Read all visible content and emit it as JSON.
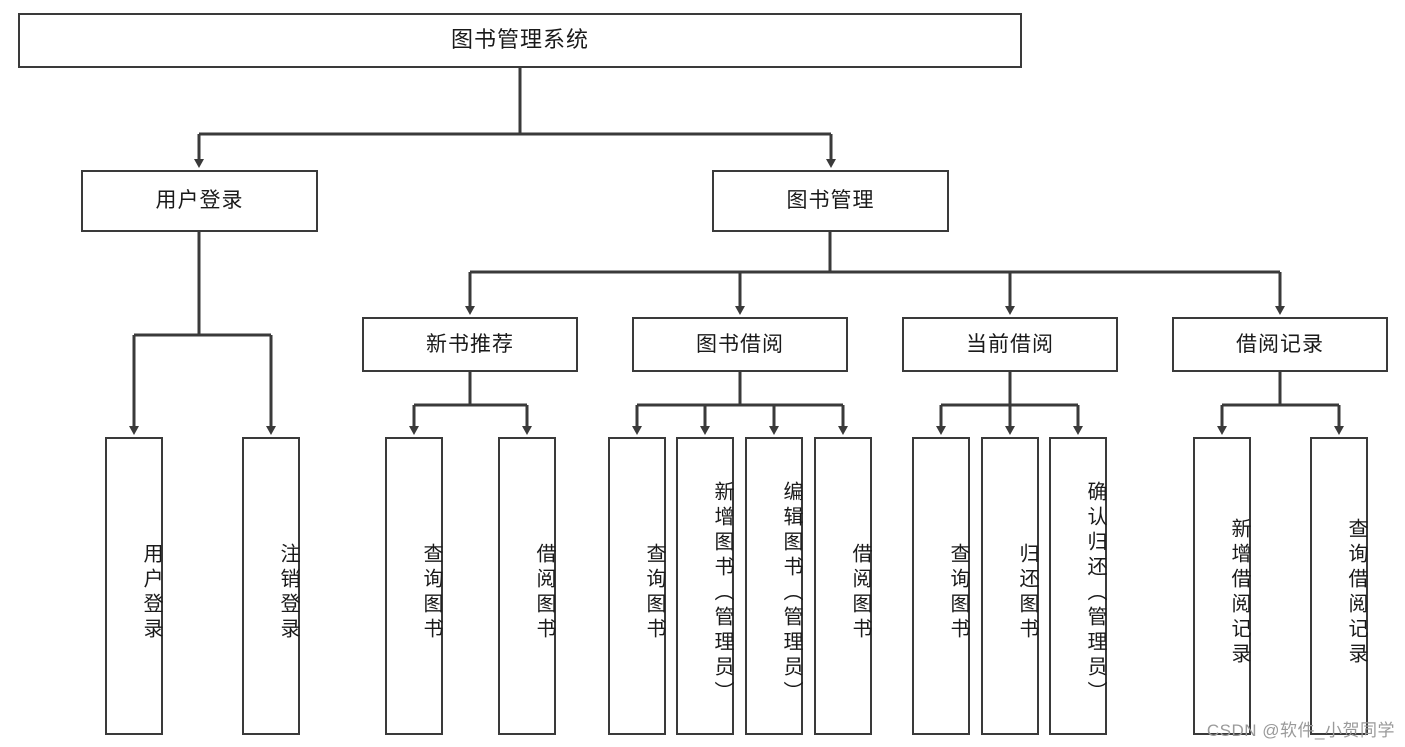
{
  "diagram": {
    "title": "图书管理系统",
    "watermark": "CSDN @软件_小贺同学",
    "colors": {
      "stroke": "#3a3a3a",
      "background": "#ffffff",
      "text": "#1a1a1a",
      "watermark": "#9a9a9a"
    },
    "levels": {
      "root": {
        "label": "图书管理系统"
      },
      "level2": [
        {
          "id": "user-login",
          "label": "用户登录"
        },
        {
          "id": "book-manage",
          "label": "图书管理"
        }
      ],
      "level3": [
        {
          "id": "new-book-recommend",
          "label": "新书推荐"
        },
        {
          "id": "book-borrow",
          "label": "图书借阅"
        },
        {
          "id": "current-borrow",
          "label": "当前借阅"
        },
        {
          "id": "borrow-record",
          "label": "借阅记录"
        }
      ],
      "leaves": [
        {
          "id": "leaf-user-login",
          "label": "用户登录",
          "parent": "user-login"
        },
        {
          "id": "leaf-user-logout",
          "label": "注销登录",
          "parent": "user-login"
        },
        {
          "id": "leaf-query-book-1",
          "label": "查询图书",
          "parent": "new-book-recommend"
        },
        {
          "id": "leaf-borrow-book-1",
          "label": "借阅图书",
          "parent": "new-book-recommend"
        },
        {
          "id": "leaf-query-book-2",
          "label": "查询图书",
          "parent": "book-borrow"
        },
        {
          "id": "leaf-add-book",
          "label": "新增图书（管理员）",
          "parent": "book-borrow"
        },
        {
          "id": "leaf-edit-book",
          "label": "编辑图书（管理员）",
          "parent": "book-borrow"
        },
        {
          "id": "leaf-borrow-book-2",
          "label": "借阅图书",
          "parent": "book-borrow"
        },
        {
          "id": "leaf-query-book-3",
          "label": "查询图书",
          "parent": "current-borrow"
        },
        {
          "id": "leaf-return-book",
          "label": "归还图书",
          "parent": "current-borrow"
        },
        {
          "id": "leaf-confirm-return",
          "label": "确认归还（管理员）",
          "parent": "current-borrow"
        },
        {
          "id": "leaf-add-record",
          "label": "新增借阅记录",
          "parent": "borrow-record"
        },
        {
          "id": "leaf-query-record",
          "label": "查询借阅记录",
          "parent": "borrow-record"
        }
      ]
    }
  }
}
